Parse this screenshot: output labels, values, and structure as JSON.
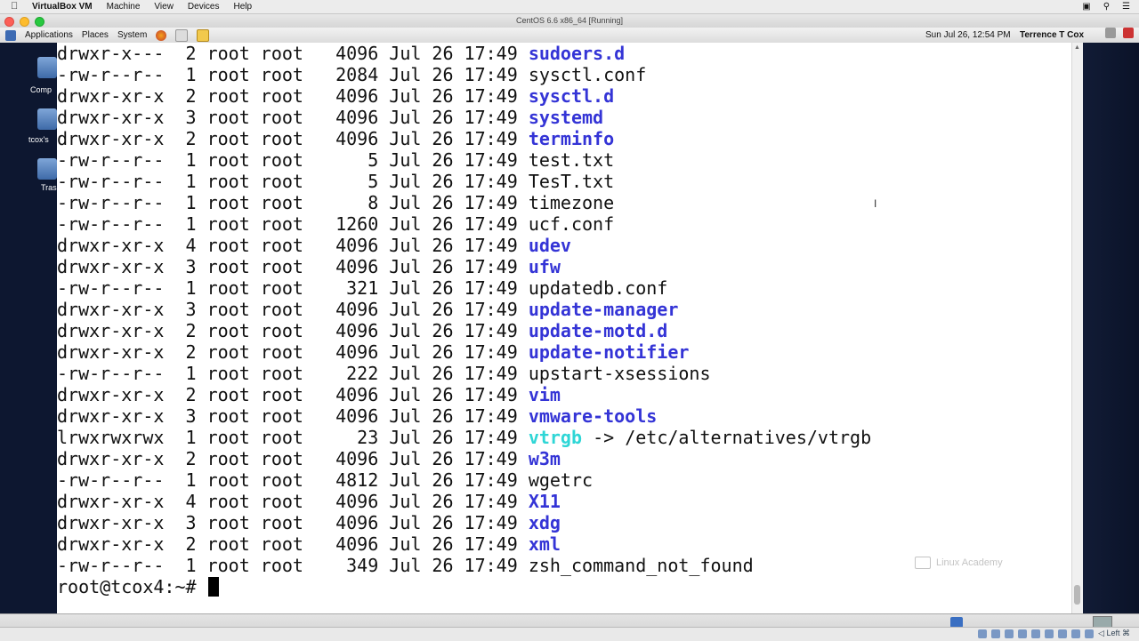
{
  "mac_menubar": {
    "app_name": "VirtualBox VM",
    "menus": [
      "Machine",
      "View",
      "Devices",
      "Help"
    ]
  },
  "window": {
    "title": "CentOS 6.6 x86_64 [Running]"
  },
  "gnome_panel": {
    "menus": [
      "Applications",
      "Places",
      "System"
    ],
    "clock": "Sun Jul 26, 12:54 PM",
    "user": "Terrence T Cox"
  },
  "desktop_icons": [
    {
      "label": "Comp"
    },
    {
      "label": "tcox's"
    },
    {
      "label": "Tras"
    }
  ],
  "terminal": {
    "lines": [
      {
        "perms": "drwxr-x---",
        "links": "2",
        "owner": "root",
        "group": "root",
        "size": "4096",
        "date": "Jul 26 17:49",
        "name": "sudoers.d",
        "kind": "dir"
      },
      {
        "perms": "-rw-r--r--",
        "links": "1",
        "owner": "root",
        "group": "root",
        "size": "2084",
        "date": "Jul 26 17:49",
        "name": "sysctl.conf",
        "kind": "file"
      },
      {
        "perms": "drwxr-xr-x",
        "links": "2",
        "owner": "root",
        "group": "root",
        "size": "4096",
        "date": "Jul 26 17:49",
        "name": "sysctl.d",
        "kind": "dir"
      },
      {
        "perms": "drwxr-xr-x",
        "links": "3",
        "owner": "root",
        "group": "root",
        "size": "4096",
        "date": "Jul 26 17:49",
        "name": "systemd",
        "kind": "dir"
      },
      {
        "perms": "drwxr-xr-x",
        "links": "2",
        "owner": "root",
        "group": "root",
        "size": "4096",
        "date": "Jul 26 17:49",
        "name": "terminfo",
        "kind": "dir"
      },
      {
        "perms": "-rw-r--r--",
        "links": "1",
        "owner": "root",
        "group": "root",
        "size": "5",
        "date": "Jul 26 17:49",
        "name": "test.txt",
        "kind": "file"
      },
      {
        "perms": "-rw-r--r--",
        "links": "1",
        "owner": "root",
        "group": "root",
        "size": "5",
        "date": "Jul 26 17:49",
        "name": "TesT.txt",
        "kind": "file"
      },
      {
        "perms": "-rw-r--r--",
        "links": "1",
        "owner": "root",
        "group": "root",
        "size": "8",
        "date": "Jul 26 17:49",
        "name": "timezone",
        "kind": "file"
      },
      {
        "perms": "-rw-r--r--",
        "links": "1",
        "owner": "root",
        "group": "root",
        "size": "1260",
        "date": "Jul 26 17:49",
        "name": "ucf.conf",
        "kind": "file"
      },
      {
        "perms": "drwxr-xr-x",
        "links": "4",
        "owner": "root",
        "group": "root",
        "size": "4096",
        "date": "Jul 26 17:49",
        "name": "udev",
        "kind": "dir"
      },
      {
        "perms": "drwxr-xr-x",
        "links": "3",
        "owner": "root",
        "group": "root",
        "size": "4096",
        "date": "Jul 26 17:49",
        "name": "ufw",
        "kind": "dir"
      },
      {
        "perms": "-rw-r--r--",
        "links": "1",
        "owner": "root",
        "group": "root",
        "size": "321",
        "date": "Jul 26 17:49",
        "name": "updatedb.conf",
        "kind": "file"
      },
      {
        "perms": "drwxr-xr-x",
        "links": "3",
        "owner": "root",
        "group": "root",
        "size": "4096",
        "date": "Jul 26 17:49",
        "name": "update-manager",
        "kind": "dir"
      },
      {
        "perms": "drwxr-xr-x",
        "links": "2",
        "owner": "root",
        "group": "root",
        "size": "4096",
        "date": "Jul 26 17:49",
        "name": "update-motd.d",
        "kind": "dir"
      },
      {
        "perms": "drwxr-xr-x",
        "links": "2",
        "owner": "root",
        "group": "root",
        "size": "4096",
        "date": "Jul 26 17:49",
        "name": "update-notifier",
        "kind": "dir"
      },
      {
        "perms": "-rw-r--r--",
        "links": "1",
        "owner": "root",
        "group": "root",
        "size": "222",
        "date": "Jul 26 17:49",
        "name": "upstart-xsessions",
        "kind": "file"
      },
      {
        "perms": "drwxr-xr-x",
        "links": "2",
        "owner": "root",
        "group": "root",
        "size": "4096",
        "date": "Jul 26 17:49",
        "name": "vim",
        "kind": "dir"
      },
      {
        "perms": "drwxr-xr-x",
        "links": "3",
        "owner": "root",
        "group": "root",
        "size": "4096",
        "date": "Jul 26 17:49",
        "name": "vmware-tools",
        "kind": "dir"
      },
      {
        "perms": "lrwxrwxrwx",
        "links": "1",
        "owner": "root",
        "group": "root",
        "size": "23",
        "date": "Jul 26 17:49",
        "name": "vtrgb",
        "kind": "link",
        "target": " -> /etc/alternatives/vtrgb"
      },
      {
        "perms": "drwxr-xr-x",
        "links": "2",
        "owner": "root",
        "group": "root",
        "size": "4096",
        "date": "Jul 26 17:49",
        "name": "w3m",
        "kind": "dir"
      },
      {
        "perms": "-rw-r--r--",
        "links": "1",
        "owner": "root",
        "group": "root",
        "size": "4812",
        "date": "Jul 26 17:49",
        "name": "wgetrc",
        "kind": "file"
      },
      {
        "perms": "drwxr-xr-x",
        "links": "4",
        "owner": "root",
        "group": "root",
        "size": "4096",
        "date": "Jul 26 17:49",
        "name": "X11",
        "kind": "dir"
      },
      {
        "perms": "drwxr-xr-x",
        "links": "3",
        "owner": "root",
        "group": "root",
        "size": "4096",
        "date": "Jul 26 17:49",
        "name": "xdg",
        "kind": "dir"
      },
      {
        "perms": "drwxr-xr-x",
        "links": "2",
        "owner": "root",
        "group": "root",
        "size": "4096",
        "date": "Jul 26 17:49",
        "name": "xml",
        "kind": "dir"
      },
      {
        "perms": "-rw-r--r--",
        "links": "1",
        "owner": "root",
        "group": "root",
        "size": "349",
        "date": "Jul 26 17:49",
        "name": "zsh_command_not_found",
        "kind": "file"
      }
    ],
    "prompt": "root@tcox4:~# "
  },
  "watermark": "Linux Academy",
  "colors": {
    "dir": "#3434d6",
    "link": "#2fd6d6",
    "file": "#111111"
  }
}
